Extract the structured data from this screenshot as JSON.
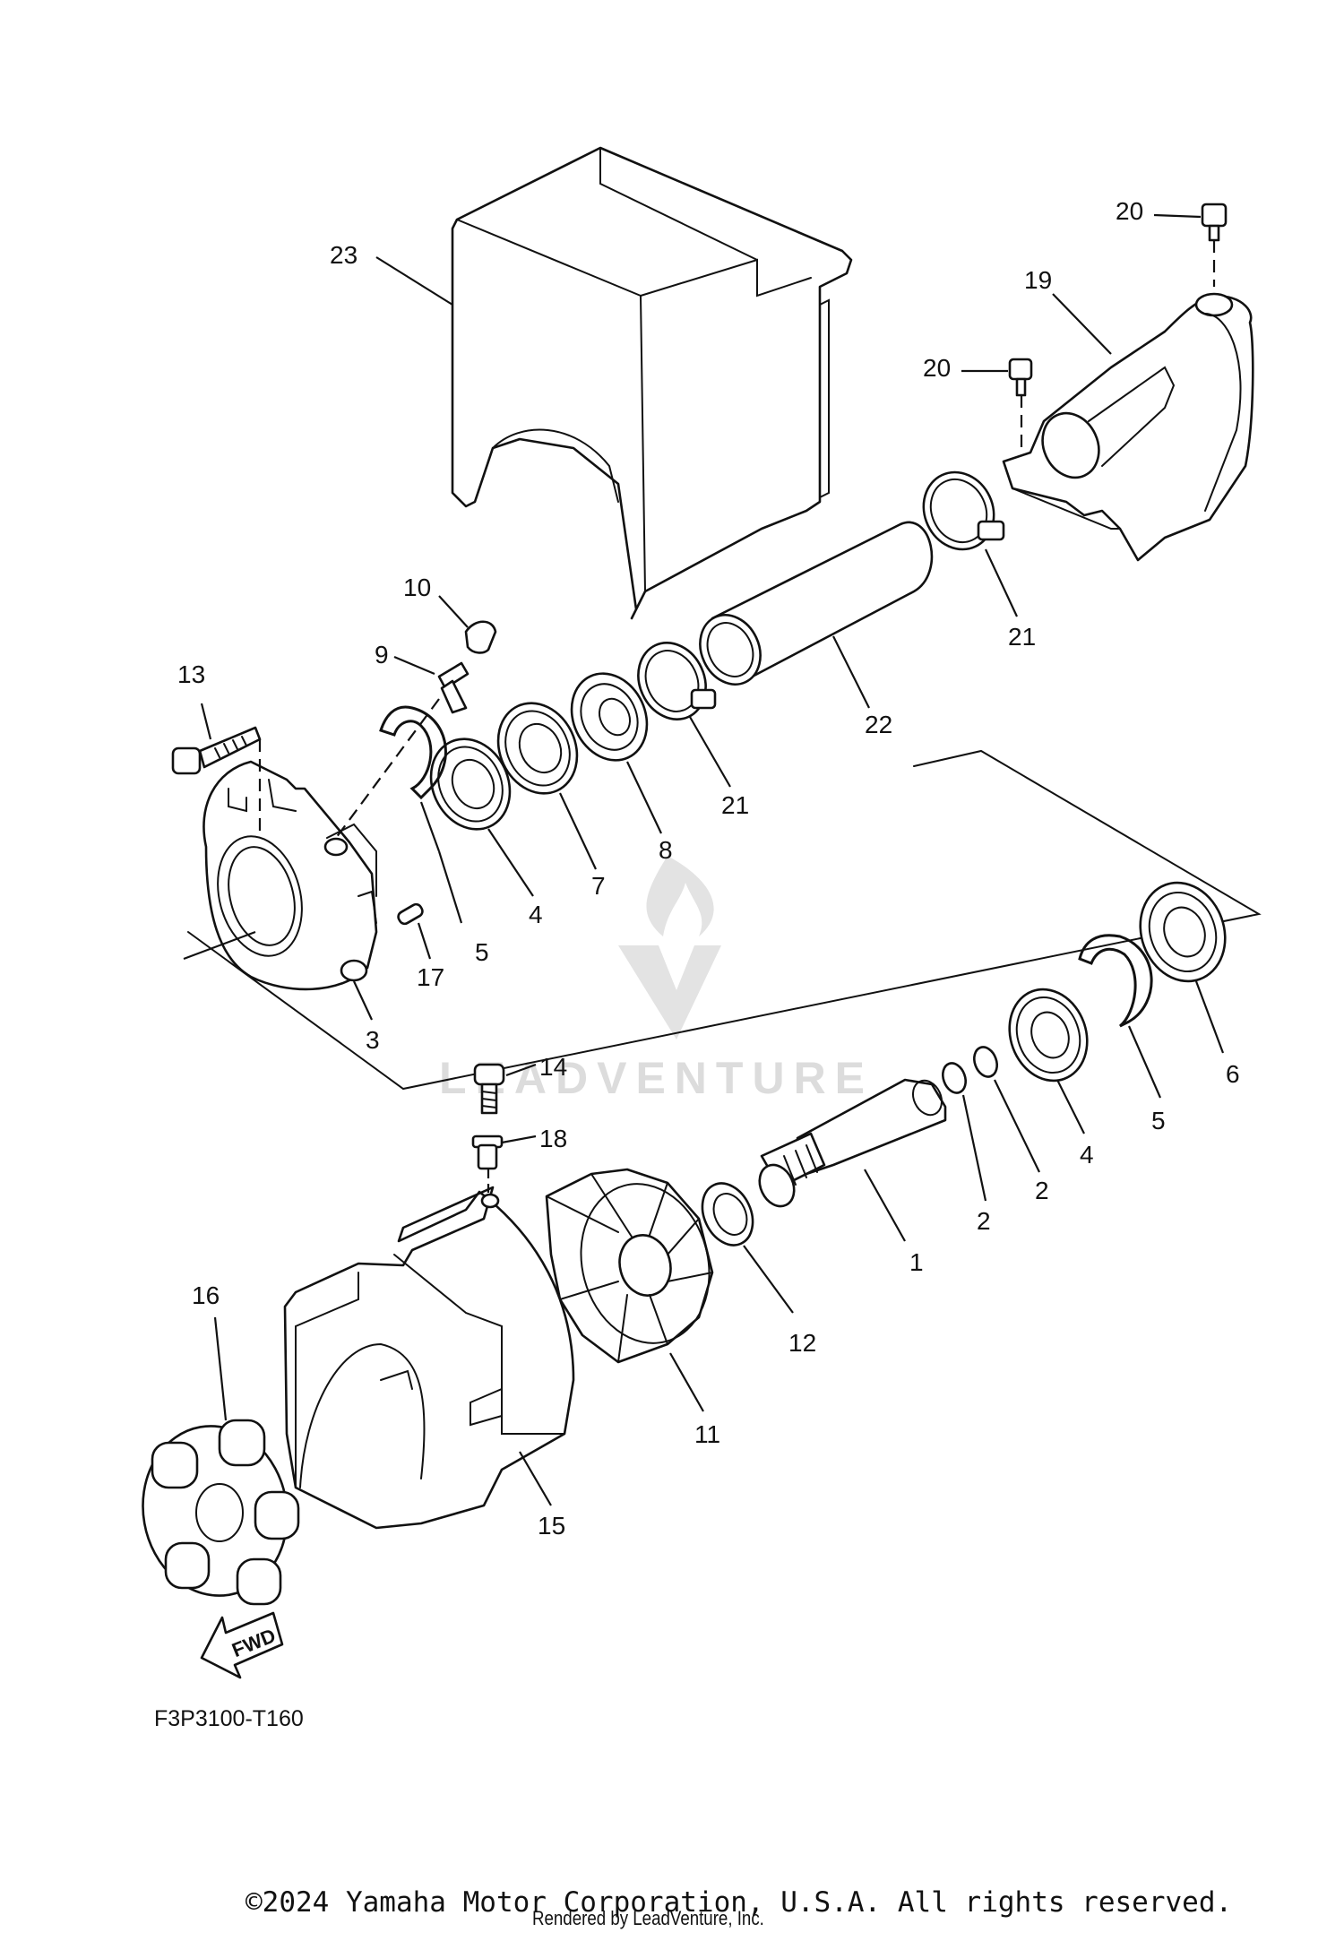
{
  "diagram": {
    "code": "F3P3100-T160",
    "direction_label": "FWD",
    "watermark": "LEADVENTURE",
    "copyright": "©2024 Yamaha Motor Corporation, U.S.A. All rights reserved.",
    "rendered_by": "Rendered by LeadVenture, Inc.",
    "callouts": {
      "c1": "1",
      "c2a": "2",
      "c2b": "2",
      "c3": "3",
      "c4a": "4",
      "c4b": "4",
      "c5a": "5",
      "c5b": "5",
      "c6": "6",
      "c7": "7",
      "c8": "8",
      "c9": "9",
      "c10": "10",
      "c11": "11",
      "c12": "12",
      "c13": "13",
      "c14": "14",
      "c15": "15",
      "c16": "16",
      "c17": "17",
      "c18": "18",
      "c19": "19",
      "c20a": "20",
      "c20b": "20",
      "c21a": "21",
      "c21b": "21",
      "c22": "22",
      "c23": "23"
    }
  }
}
